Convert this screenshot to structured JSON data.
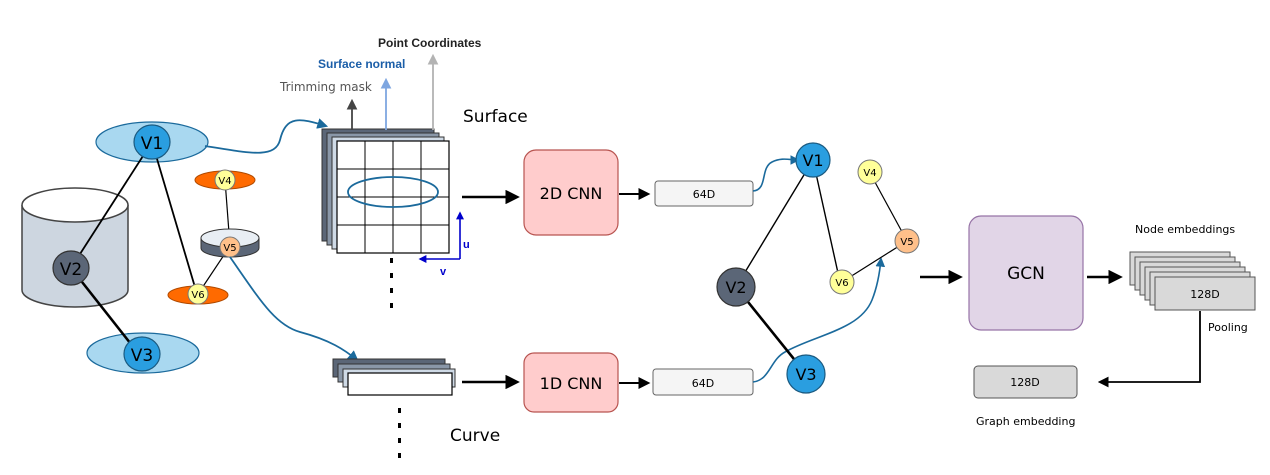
{
  "labels": {
    "point_coordinates": "Point Coordinates",
    "surface_normal": "Surface normal",
    "trimming_mask": "Trimming mask",
    "surface": "Surface",
    "curve": "Curve",
    "axis_u": "u",
    "axis_v": "v",
    "cnn_2d": "2D CNN",
    "cnn_1d": "1D CNN",
    "vec_64d_top": "64D",
    "vec_64d_bottom": "64D",
    "gcn": "GCN",
    "node_embeddings": "Node embeddings",
    "vec_128d_node": "128D",
    "pooling": "Pooling",
    "vec_128d_graph": "128D",
    "graph_embedding": "Graph embedding"
  },
  "nodes": {
    "left_v1": "V1",
    "left_v2": "V2",
    "left_v3": "V3",
    "mid_v4": "V4",
    "mid_v5": "V5",
    "mid_v6": "V6",
    "graph_v1": "V1",
    "graph_v2": "V2",
    "graph_v3": "V3",
    "graph_v4": "V4",
    "graph_v5": "V5",
    "graph_v6": "V6"
  },
  "colors": {
    "node_blue": "#2a9ee0",
    "node_dark": "#5b6677",
    "node_yellow": "#ffff99",
    "node_orange": "#ffc08a",
    "disc_orange": "#ff6a00",
    "face_light_blue": "#a9d8f0",
    "cylinder_gray": "#cdd6e0",
    "cnn_pink": "#ffcccc",
    "gcn_purple": "#e1d5e7",
    "connector_blue": "#1b6a9c",
    "normal_blue": "#7ea6e0",
    "coord_gray": "#b3b3b3",
    "axis_blue": "#0000cc"
  }
}
